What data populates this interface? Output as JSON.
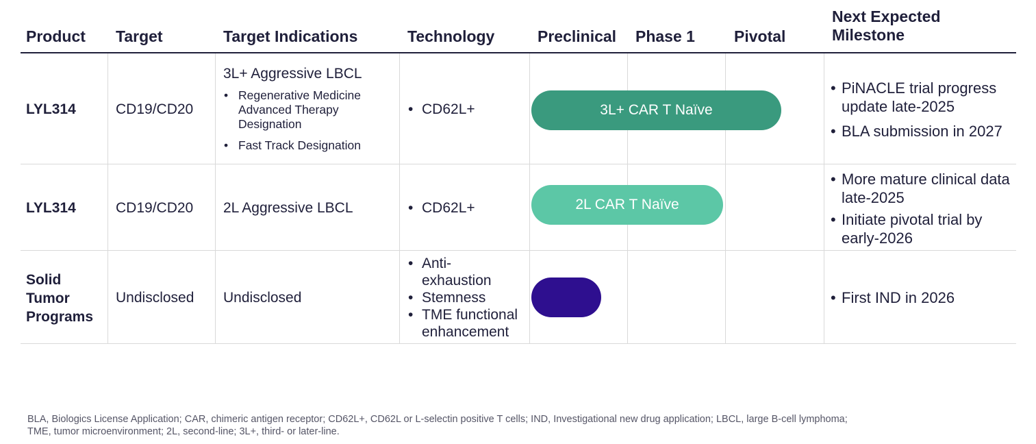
{
  "columns": {
    "product": "Product",
    "target": "Target",
    "indications": "Target Indications",
    "technology": "Technology",
    "preclinical": "Preclinical",
    "phase1": "Phase 1",
    "pivotal": "Pivotal",
    "milestone_line1": "Next Expected",
    "milestone_line2": "Milestone"
  },
  "rows": [
    {
      "product": "LYL314",
      "target": "CD19/CD20",
      "indication": "3L+ Aggressive LBCL",
      "designations": [
        "Regenerative Medicine Advanced Therapy Designation",
        "Fast Track Designation"
      ],
      "technology": [
        "CD62L+"
      ],
      "bar_label": "3L+ CAR T Naïve",
      "bar_color": "#3a9a7e",
      "milestones": [
        "PiNACLE trial progress update late-2025",
        "BLA submission in 2027"
      ]
    },
    {
      "product": "LYL314",
      "target": "CD19/CD20",
      "indication": "2L Aggressive LBCL",
      "technology": [
        "CD62L+"
      ],
      "bar_label": "2L CAR T Naïve",
      "bar_color": "#5cc7a6",
      "milestones": [
        "More mature clinical data late-2025",
        "Initiate pivotal trial by early-2026"
      ]
    },
    {
      "product": "Solid Tumor Programs",
      "target": "Undisclosed",
      "indication": "Undisclosed",
      "technology": [
        "Anti-exhaustion",
        "Stemness",
        "TME functional enhancement"
      ],
      "bar_label": "",
      "bar_color": "#2e0f8f",
      "milestones": [
        "First IND in 2026"
      ]
    }
  ],
  "footnote": "BLA, Biologics License Application; CAR, chimeric antigen receptor; CD62L+, CD62L or L-selectin positive T cells; IND, Investigational new drug application;  LBCL, large B-cell lymphoma; TME, tumor microenvironment; 2L, second-line; 3L+, third- or later-line."
}
